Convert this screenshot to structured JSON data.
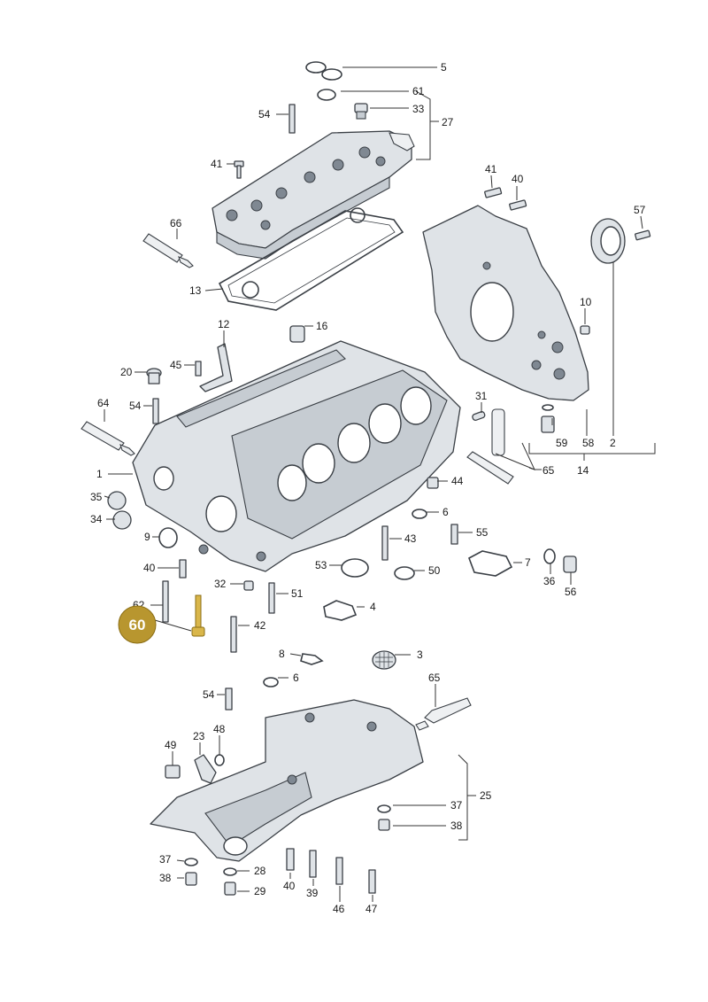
{
  "diagram": {
    "highlight": {
      "label": "60",
      "color": "#b8962f"
    },
    "callouts": [
      {
        "id": "c5",
        "text": "5"
      },
      {
        "id": "c61",
        "text": "61"
      },
      {
        "id": "c33",
        "text": "33"
      },
      {
        "id": "c27",
        "text": "27"
      },
      {
        "id": "c54a",
        "text": "54"
      },
      {
        "id": "c41a",
        "text": "41"
      },
      {
        "id": "c41b",
        "text": "41"
      },
      {
        "id": "c40a",
        "text": "40"
      },
      {
        "id": "c57",
        "text": "57"
      },
      {
        "id": "c66",
        "text": "66"
      },
      {
        "id": "c13",
        "text": "13"
      },
      {
        "id": "c10",
        "text": "10"
      },
      {
        "id": "c12",
        "text": "12"
      },
      {
        "id": "c16",
        "text": "16"
      },
      {
        "id": "c20",
        "text": "20"
      },
      {
        "id": "c45",
        "text": "45"
      },
      {
        "id": "c54b",
        "text": "54"
      },
      {
        "id": "c64",
        "text": "64"
      },
      {
        "id": "c31",
        "text": "31"
      },
      {
        "id": "c59",
        "text": "59"
      },
      {
        "id": "c58",
        "text": "58"
      },
      {
        "id": "c2",
        "text": "2"
      },
      {
        "id": "c65a",
        "text": "65"
      },
      {
        "id": "c14",
        "text": "14"
      },
      {
        "id": "c1",
        "text": "1"
      },
      {
        "id": "c44",
        "text": "44"
      },
      {
        "id": "c35",
        "text": "35"
      },
      {
        "id": "c6a",
        "text": "6"
      },
      {
        "id": "c34",
        "text": "34"
      },
      {
        "id": "c9",
        "text": "9"
      },
      {
        "id": "c43",
        "text": "43"
      },
      {
        "id": "c55",
        "text": "55"
      },
      {
        "id": "c40b",
        "text": "40"
      },
      {
        "id": "c53",
        "text": "53"
      },
      {
        "id": "c50",
        "text": "50"
      },
      {
        "id": "c7",
        "text": "7"
      },
      {
        "id": "c36",
        "text": "36"
      },
      {
        "id": "c56",
        "text": "56"
      },
      {
        "id": "c32",
        "text": "32"
      },
      {
        "id": "c51",
        "text": "51"
      },
      {
        "id": "c62",
        "text": "62"
      },
      {
        "id": "c4",
        "text": "4"
      },
      {
        "id": "c42",
        "text": "42"
      },
      {
        "id": "c8",
        "text": "8"
      },
      {
        "id": "c3",
        "text": "3"
      },
      {
        "id": "c6b",
        "text": "6"
      },
      {
        "id": "c54c",
        "text": "54"
      },
      {
        "id": "c65b",
        "text": "65"
      },
      {
        "id": "c49",
        "text": "49"
      },
      {
        "id": "c23",
        "text": "23"
      },
      {
        "id": "c48",
        "text": "48"
      },
      {
        "id": "c25",
        "text": "25"
      },
      {
        "id": "c37a",
        "text": "37"
      },
      {
        "id": "c38a",
        "text": "38"
      },
      {
        "id": "c37b",
        "text": "37"
      },
      {
        "id": "c28",
        "text": "28"
      },
      {
        "id": "c38b",
        "text": "38"
      },
      {
        "id": "c29",
        "text": "29"
      },
      {
        "id": "c40c",
        "text": "40"
      },
      {
        "id": "c39",
        "text": "39"
      },
      {
        "id": "c46",
        "text": "46"
      },
      {
        "id": "c47",
        "text": "47"
      }
    ]
  }
}
